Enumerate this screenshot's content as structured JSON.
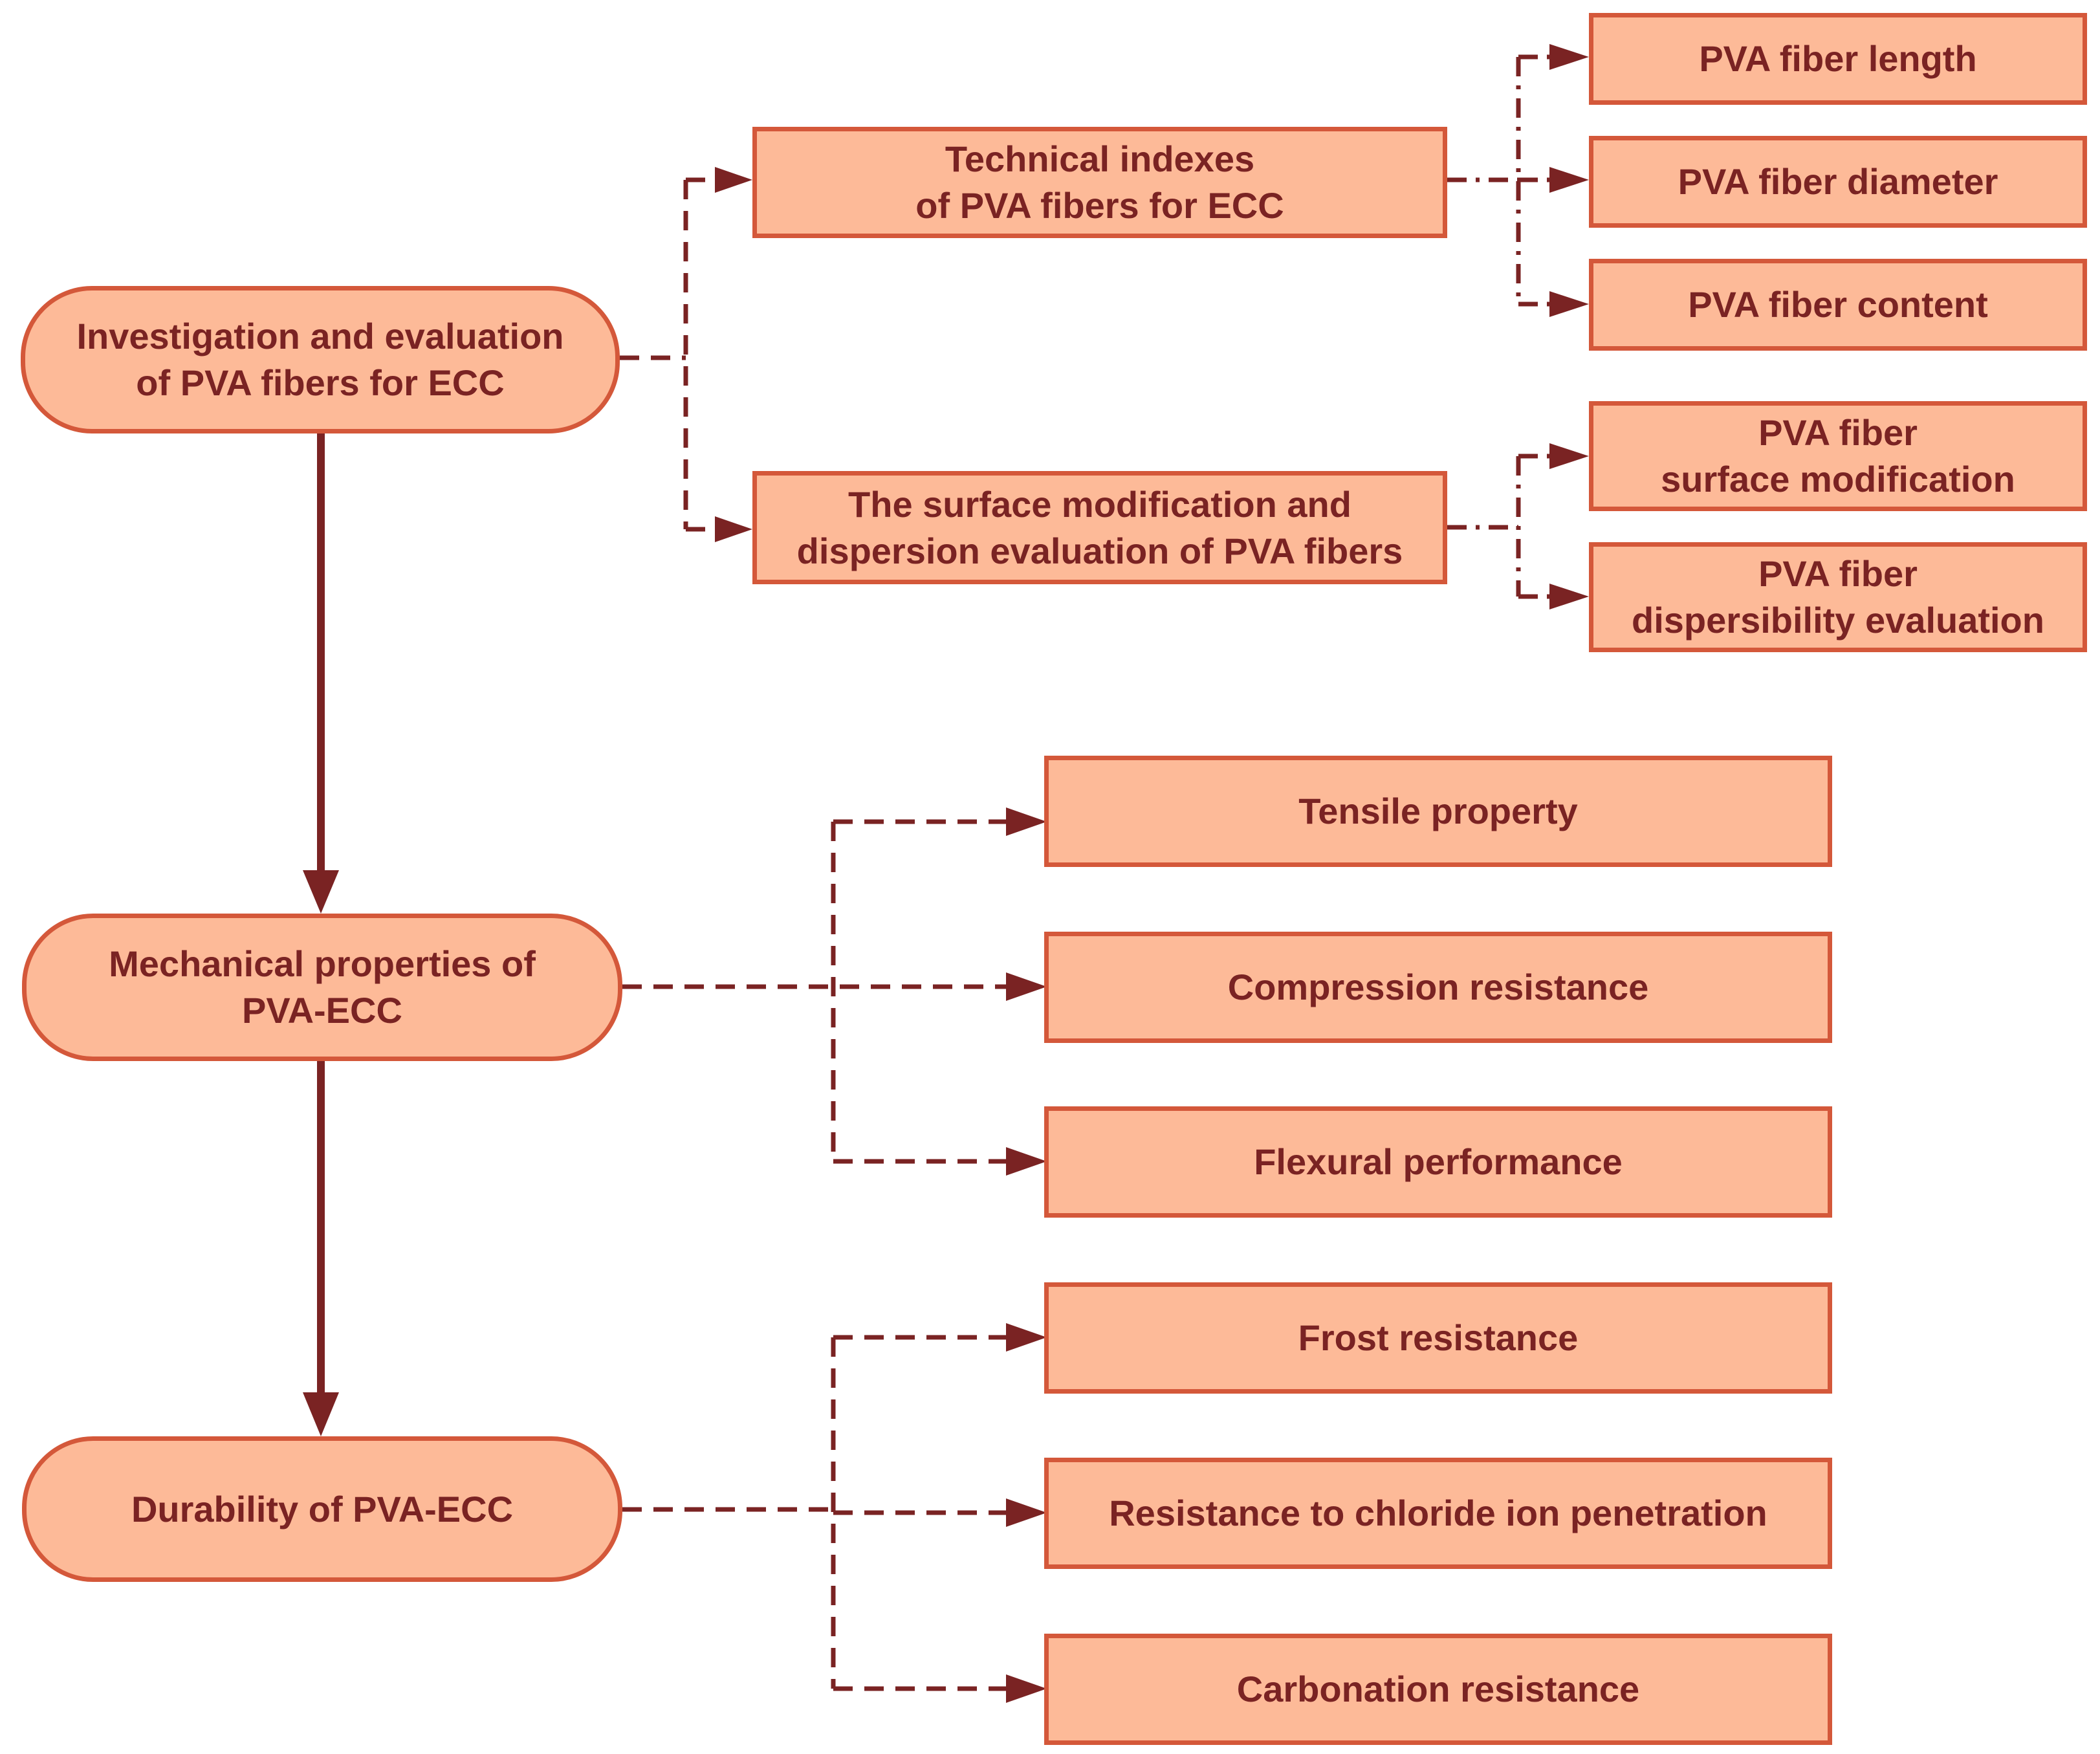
{
  "colors": {
    "fill": "#FDBA98",
    "border": "#D4583A",
    "text": "#7A2323",
    "line": "#7A2323"
  },
  "main_nodes": [
    {
      "id": "investigation",
      "label": "Investigation and evaluation\nof PVA fibers for ECC"
    },
    {
      "id": "mechanical",
      "label": "Mechanical properties of\nPVA-ECC"
    },
    {
      "id": "durability",
      "label": "Durability of PVA-ECC"
    }
  ],
  "sub_nodes": {
    "technical": "Technical indexes\nof PVA fibers for ECC",
    "surface": "The surface modification and\ndispersion evaluation of PVA fibers"
  },
  "leaf_nodes": {
    "length": "PVA fiber length",
    "diameter": "PVA fiber diameter",
    "content": "PVA fiber content",
    "surface_mod": "PVA fiber\nsurface modification",
    "dispersibility": "PVA fiber\ndispersibility evaluation",
    "tensile": "Tensile property",
    "compression": "Compression resistance",
    "flexural": "Flexural performance",
    "frost": "Frost resistance",
    "chloride": "Resistance to chloride ion penetration",
    "carbonation": "Carbonation resistance"
  }
}
